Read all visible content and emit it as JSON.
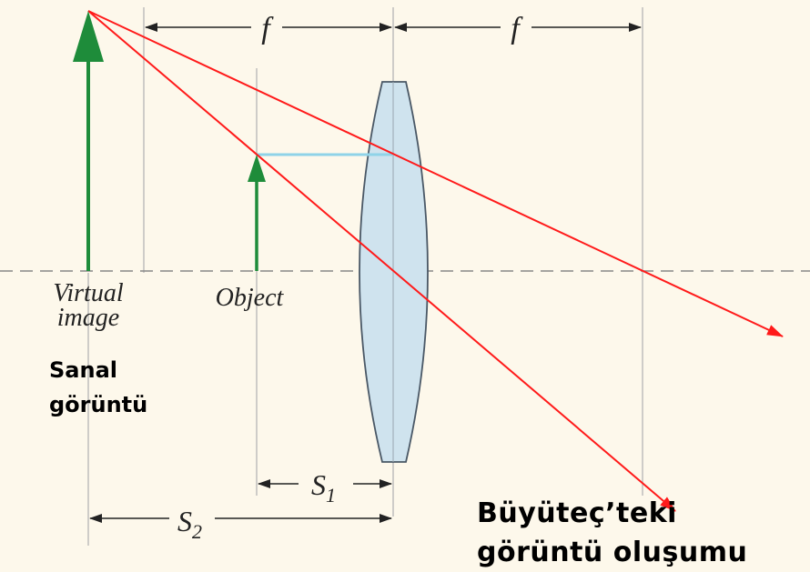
{
  "labels": {
    "focal_left": "f",
    "focal_right": "f",
    "virtual_image_line1": "Virtual",
    "virtual_image_line2": "image",
    "object": "Object",
    "s1": "S",
    "s1_sub": "1",
    "s2": "S",
    "s2_sub": "2"
  },
  "captions": {
    "sanal_line1": "Sanal",
    "sanal_line2": "görüntü",
    "buyutec_line1": "Büyüteç’teki",
    "buyutec_line2": "görüntü oluşumu"
  },
  "colors": {
    "background": "#fdf8eb",
    "ray": "#ff1a1a",
    "arrow_green": "#1e8c3a",
    "lens_fill": "#cfe3ee",
    "parallel_ray": "#8fd3e8",
    "axis": "#888888"
  }
}
